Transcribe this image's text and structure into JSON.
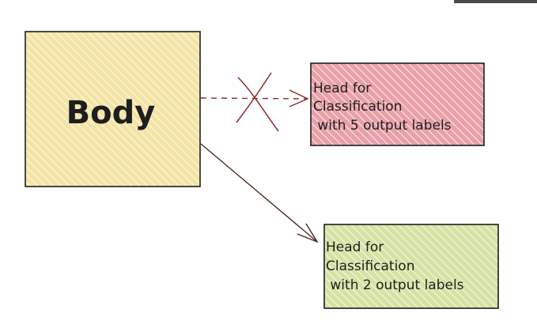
{
  "body_box": {
    "label": "Body",
    "fill": "#f3e4a6"
  },
  "head_removed": {
    "lines": [
      "Head for",
      "Classification",
      " with 5 output labels"
    ],
    "fill": "#e9a0a8"
  },
  "head_new": {
    "lines": [
      "Head for",
      "Classification",
      " with 2 output labels"
    ],
    "fill": "#d4e3a3"
  },
  "colors": {
    "stroke": "#1e1e1e",
    "hatch": "#ffffff"
  }
}
